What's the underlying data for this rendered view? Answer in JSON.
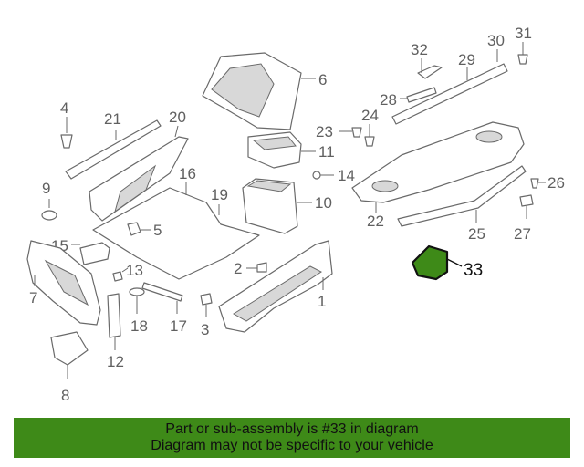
{
  "callouts": {
    "c1": "1",
    "c2": "2",
    "c3": "3",
    "c5": "5",
    "c6": "6",
    "c7": "7",
    "c8": "8",
    "c9": "9",
    "c10": "10",
    "c11": "11",
    "c12": "12",
    "c13": "13",
    "c14": "14",
    "c15": "15",
    "c16": "16",
    "c17": "17",
    "c18": "18",
    "c19": "19",
    "c20": "20",
    "c21": "21",
    "c22": "22",
    "c23": "23",
    "c24": "24",
    "c25": "25",
    "c26": "26",
    "c27": "27",
    "c28": "28",
    "c29": "29",
    "c30": "30",
    "c31": "31",
    "c32": "32",
    "c33": "33",
    "c4": "4"
  },
  "highlight": {
    "color": "#3e8a18"
  },
  "footer": {
    "line1": "Part or sub-assembly is #33 in diagram",
    "line2": "Diagram may not be specific to your vehicle",
    "background": "#3e8a18"
  }
}
